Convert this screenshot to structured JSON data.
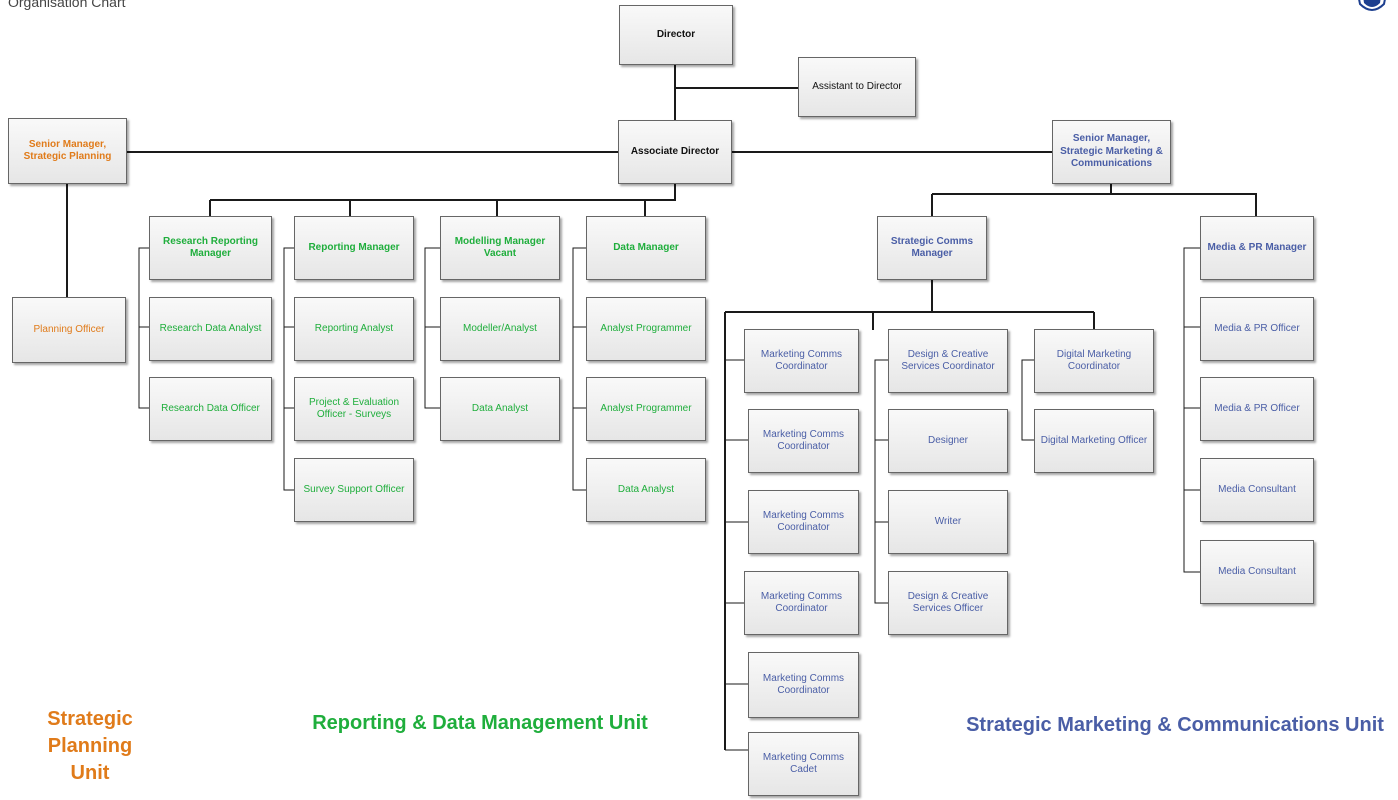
{
  "header": {
    "title": "Organisation Chart"
  },
  "nodes": {
    "director": "Director",
    "assistant_director": "Assistant to Director",
    "associate_director": "Associate Director",
    "sm_planning": "Senior Manager, Strategic Planning",
    "planning_officer": "Planning Officer",
    "sm_marketing": "Senior Manager, Strategic Marketing & Communications",
    "rr_manager": "Research Reporting Manager",
    "research_data_analyst": "Research Data Analyst",
    "research_data_officer": "Research Data Officer",
    "reporting_manager": "Reporting Manager",
    "reporting_analyst": "Reporting Analyst",
    "project_eval_officer": "Project & Evaluation Officer - Surveys",
    "survey_support_officer": "Survey Support Officer",
    "modelling_manager": "Modelling Manager Vacant",
    "modeller_analyst": "Modeller/Analyst",
    "data_analyst_modelling": "Data Analyst",
    "data_manager": "Data Manager",
    "analyst_programmer_1": "Analyst Programmer",
    "analyst_programmer_2": "Analyst Programmer",
    "data_analyst_data": "Data Analyst",
    "strategic_comms_manager": "Strategic Comms Manager",
    "mcc_1": "Marketing Comms Coordinator",
    "mcc_2": "Marketing Comms Coordinator",
    "mcc_3": "Marketing Comms Coordinator",
    "mcc_4": "Marketing Comms Coordinator",
    "mcc_5": "Marketing Comms Coordinator",
    "marketing_comms_cadet": "Marketing Comms Cadet",
    "dcs_coordinator": "Design & Creative Services Coordinator",
    "designer": "Designer",
    "writer": "Writer",
    "dcs_officer": "Design & Creative Services Officer",
    "digital_marketing_coordinator": "Digital Marketing Coordinator",
    "digital_marketing_officer": "Digital Marketing Officer",
    "media_pr_manager": "Media & PR Manager",
    "media_pr_officer_1": "Media & PR Officer",
    "media_pr_officer_2": "Media & PR Officer",
    "media_consultant_1": "Media Consultant",
    "media_consultant_2": "Media Consultant"
  },
  "units": {
    "planning": "Strategic Planning Unit",
    "reporting": "Reporting & Data Management Unit",
    "marketing": "Strategic Marketing & Communications Unit"
  },
  "colors": {
    "planning": "#e07b1a",
    "reporting": "#1fae3c",
    "marketing": "#4a5ea6",
    "logo": "#1d3f8f"
  }
}
